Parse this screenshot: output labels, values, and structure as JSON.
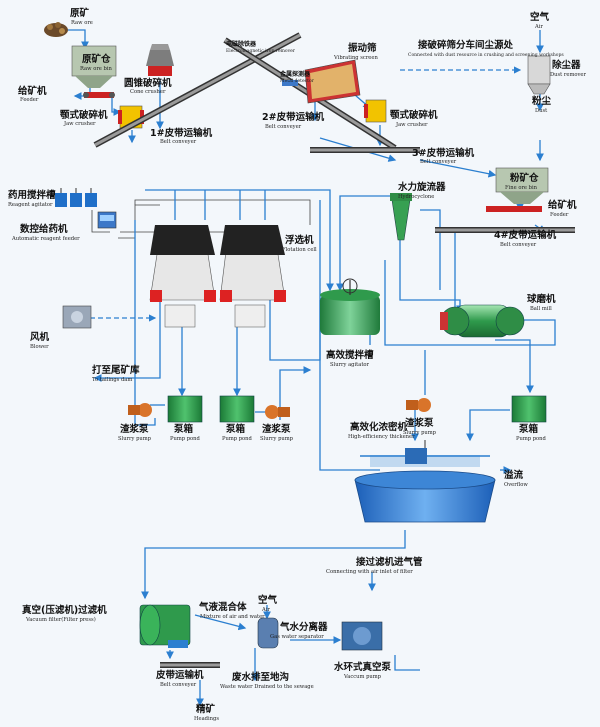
{
  "labels": {
    "raw_ore": {
      "zh": "原矿",
      "en": "Raw ore"
    },
    "raw_ore_bin": {
      "zh": "原矿仓",
      "en": "Raw ore bin"
    },
    "feeder1": {
      "zh": "给矿机",
      "en": "Feeder"
    },
    "jaw_crusher1": {
      "zh": "颚式破碎机",
      "en": "Jaw crusher"
    },
    "cone_crusher": {
      "zh": "圆锥破碎机",
      "en": "Cone crusher"
    },
    "electromagnetic_remover": {
      "zh": "电磁除铁器",
      "en": "Electromagnetic iron remover"
    },
    "belt_conveyor1": {
      "zh": "1#皮带运输机",
      "en": "Belt conveyer"
    },
    "metal_detector": {
      "zh": "金属探测器",
      "en": "Metal detector"
    },
    "vibrating_screen": {
      "zh": "振动筛",
      "en": "Vibrating screen"
    },
    "belt_conveyor2": {
      "zh": "2#皮带运输机",
      "en": "Belt conveyer"
    },
    "jaw_crusher2": {
      "zh": "颚式破碎机",
      "en": "Jaw crusher"
    },
    "belt_conveyor3": {
      "zh": "3#皮带运输机",
      "en": "Belt conveyer"
    },
    "dust_source": {
      "zh": "接破碎筛分车间尘源处",
      "en": "Connected with dust resource in crushing and screening workshops"
    },
    "air1": {
      "zh": "空气",
      "en": "Air"
    },
    "dust_remover": {
      "zh": "除尘器",
      "en": "Dust remover"
    },
    "dust": {
      "zh": "粉尘",
      "en": "Dust"
    },
    "fine_ore_bin": {
      "zh": "粉矿仓",
      "en": "Fine ore bin"
    },
    "feeder2": {
      "zh": "给矿机",
      "en": "Feeder"
    },
    "belt_conveyor4": {
      "zh": "4#皮带运输机",
      "en": "Belt conveyer"
    },
    "reagent_agitator": {
      "zh": "药用搅拌槽",
      "en": "Reagent agitator"
    },
    "reagent_feeder": {
      "zh": "数控给药机",
      "en": "Automatic reagent feeder"
    },
    "flotation_cell": {
      "zh": "浮选机",
      "en": "Flotation cell"
    },
    "hydrocyclone": {
      "zh": "水力旋流器",
      "en": "Hydrocyclone"
    },
    "ball_mill": {
      "zh": "球磨机",
      "en": "Ball mill"
    },
    "blower": {
      "zh": "风机",
      "en": "Blower"
    },
    "slurry_agitator": {
      "zh": "高效搅拌槽",
      "en": "Slurry agitator"
    },
    "tailings_dam": {
      "zh": "打至尾矿库",
      "en": "To tailings dam"
    },
    "slurry_pump1": {
      "zh": "渣浆泵",
      "en": "Slurry pump"
    },
    "pump_pond1": {
      "zh": "泵箱",
      "en": "Pump pond"
    },
    "pump_pond2": {
      "zh": "泵箱",
      "en": "Pump pond"
    },
    "slurry_pump2": {
      "zh": "渣浆泵",
      "en": "Slurry pump"
    },
    "thickener": {
      "zh": "高效化浓密机",
      "en": "High-efficiency thickener"
    },
    "slurry_pump3": {
      "zh": "渣浆泵",
      "en": "Slurry pump"
    },
    "pump_pond3": {
      "zh": "泵箱",
      "en": "Pump pond"
    },
    "overflow": {
      "zh": "溢流",
      "en": "Overflow"
    },
    "filter_inlet": {
      "zh": "接过滤机进气管",
      "en": "Connecting with air inlet of filter"
    },
    "vacuum_filter": {
      "zh": "真空(压滤机)过滤机",
      "en": "Vacuum filter(Filter press)"
    },
    "gas_mixture": {
      "zh": "气液混合体",
      "en": "Mixture of air and water"
    },
    "air2": {
      "zh": "空气",
      "en": "Air"
    },
    "gas_separator": {
      "zh": "气水分离器",
      "en": "Gas water separator"
    },
    "vacuum_pump": {
      "zh": "水环式真空泵",
      "en": "Vaccum pump"
    },
    "belt_conveyor5": {
      "zh": "皮带运输机",
      "en": "Belt conveyer"
    },
    "waste_water": {
      "zh": "废水排至地沟",
      "en": "Waste water Drained to the sewage"
    },
    "concentrate": {
      "zh": "精矿",
      "en": "Headings"
    }
  }
}
